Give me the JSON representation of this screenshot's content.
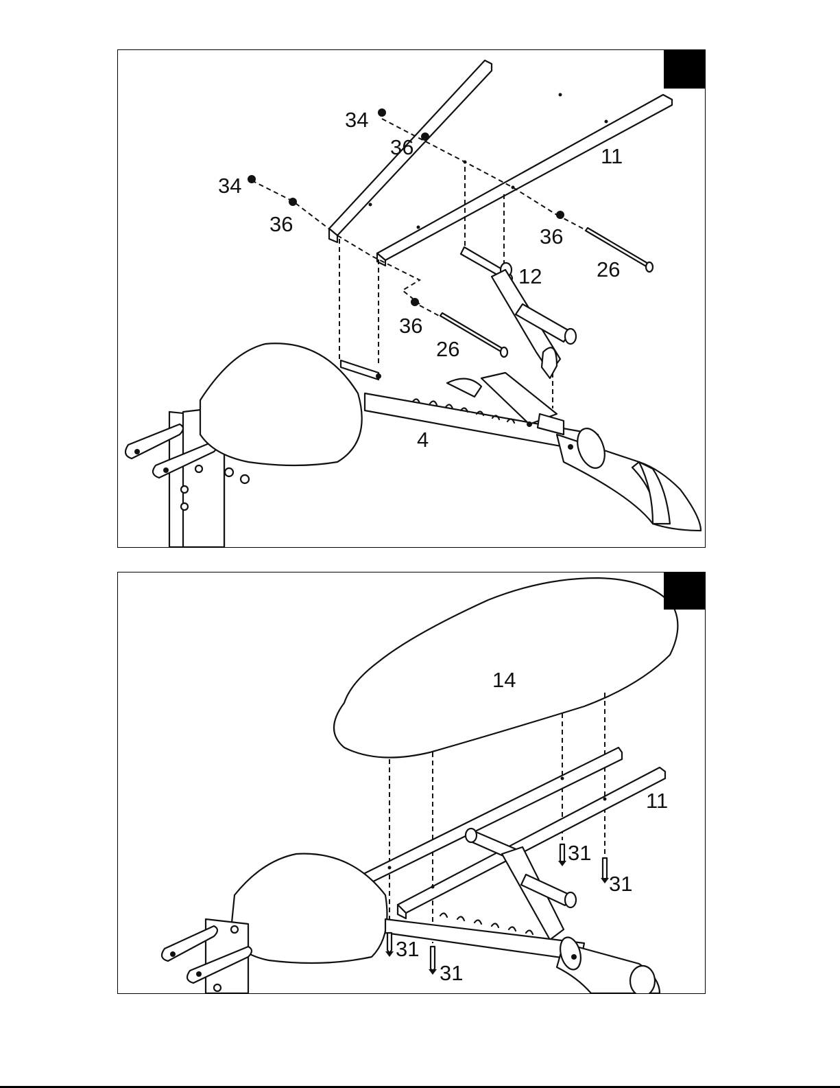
{
  "panels": [
    {
      "callouts": {
        "p34a": "34",
        "p36a": "36",
        "p11": "11",
        "p34b": "34",
        "p36b": "36",
        "p36c": "36",
        "p26a": "26",
        "p12": "12",
        "p36d": "36",
        "p26b": "26",
        "p4": "4"
      }
    },
    {
      "callouts": {
        "p14": "14",
        "p11": "11",
        "p31a": "31",
        "p31b": "31",
        "p31c": "31",
        "p31d": "31"
      }
    }
  ]
}
